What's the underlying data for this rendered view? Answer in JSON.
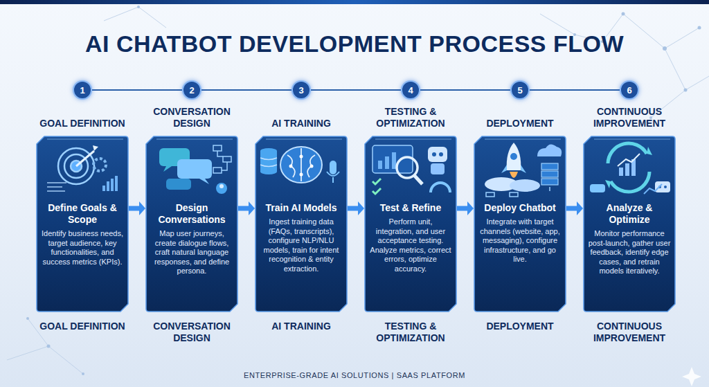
{
  "diagram": {
    "title": "AI CHATBOT DEVELOPMENT PROCESS FLOW",
    "nodes": [
      {
        "text": [
          "1"
        ]
      },
      {
        "text": [
          "2"
        ]
      },
      {
        "text": [
          "3"
        ]
      },
      {
        "text": [
          "4"
        ]
      },
      {
        "text": [
          "5"
        ]
      },
      {
        "text": [
          "6"
        ]
      },
      {
        "text": [
          "GOAL DEFINITION",
          "Define Goals & Scope",
          "Identify business needs, target audience, key functionalities, and success metrics (KPIs)."
        ]
      },
      {
        "text": [
          "CONVERSATION DESIGN",
          "Design Conversations",
          "Map user journeys, create dialogue flows, craft natural language responses, and define persona."
        ]
      },
      {
        "text": [
          "AI TRAINING",
          "Train AI Models",
          "Ingest training data (FAQs, transcripts), configure NLP/NLU models, train for intent recognition & entity extraction."
        ]
      },
      {
        "text": [
          "TESTING & OPTIMIZATION",
          "Test & Refine",
          "Perform unit, integration, and user acceptance testing. Analyze metrics, correct errors, optimize accuracy."
        ]
      },
      {
        "text": [
          "DEPLOYMENT",
          "Deploy Chatbot",
          "Integrate with target channels (website, app, messaging), configure infrastructure, and go live."
        ]
      },
      {
        "text": [
          "CONTINUOUS IMPROVEMENT",
          "Analyze & Optimize",
          "Monitor performance post-launch, gather user feedback, identify edge cases, and retrain models iteratively."
        ]
      }
    ],
    "edges": [
      {
        "from": 0,
        "to": 1,
        "arrow": "none"
      },
      {
        "from": 1,
        "to": 2,
        "arrow": "none"
      },
      {
        "from": 2,
        "to": 3,
        "arrow": "none"
      },
      {
        "from": 3,
        "to": 4,
        "arrow": "none"
      },
      {
        "from": 4,
        "to": 5,
        "arrow": "none"
      },
      {
        "from": 6,
        "to": 7,
        "arrow": "to"
      },
      {
        "from": 7,
        "to": 8,
        "arrow": "to"
      },
      {
        "from": 8,
        "to": 9,
        "arrow": "to"
      },
      {
        "from": 9,
        "to": 10,
        "arrow": "to"
      },
      {
        "from": 10,
        "to": 11,
        "arrow": "to"
      }
    ],
    "labels": [
      "GOAL DEFINITION",
      "CONVERSATION DESIGN",
      "AI TRAINING",
      "TESTING & OPTIMIZATION",
      "DEPLOYMENT",
      "CONTINUOUS IMPROVEMENT",
      "ENTERPRISE-GRADE AI SOLUTIONS | SAAS PLATFORM"
    ]
  }
}
